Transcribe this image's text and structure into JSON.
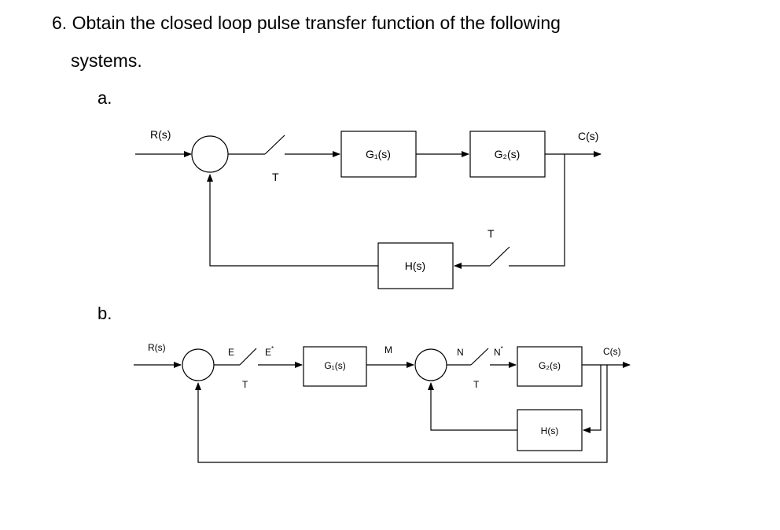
{
  "question": {
    "number": "6.",
    "text_line1": "Obtain the closed loop pulse transfer function of the following",
    "text_line2": "systems."
  },
  "part_a": {
    "label": "a.",
    "input": "R(s)",
    "output": "C(s)",
    "g1": "G₁(s)",
    "g2": "G₂(s)",
    "h": "H(s)",
    "sampler1": "T",
    "sampler2": "T"
  },
  "part_b": {
    "label": "b.",
    "input": "R(s)",
    "output": "C(s)",
    "e": "E",
    "e_star": "E",
    "e_star_sup": "*",
    "g1": "G₁(s)",
    "m": "M",
    "n": "N",
    "n_star": "N",
    "n_star_sup": "*",
    "g2": "G₂(s)",
    "h": "H(s)",
    "sampler1": "T",
    "sampler2": "T"
  },
  "colors": {
    "line": "#000000",
    "background": "#ffffff"
  }
}
